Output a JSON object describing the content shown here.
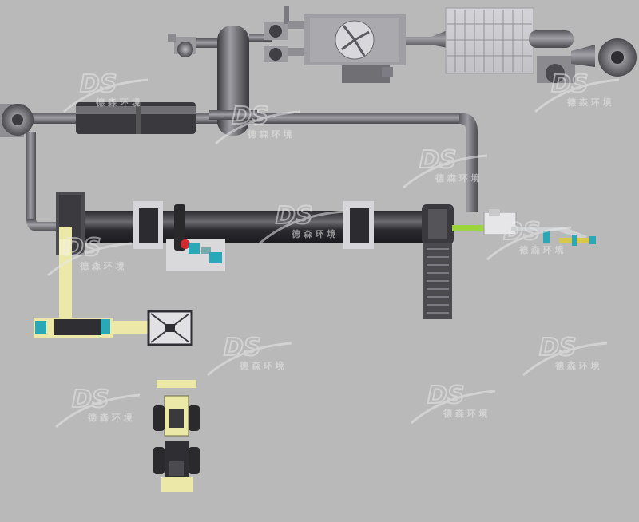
{
  "watermark": {
    "logo_text": "DS",
    "subtitle": "德 森 环 境"
  },
  "colors": {
    "background": "#b9b9b9",
    "kiln_body": "#2f2f33",
    "pipe": "#6c6c70",
    "conveyor_yellow": "#ece9a8",
    "feed_green": "#9bd43c",
    "motor_teal": "#2aa8b8",
    "accent_red": "#d22b2b",
    "watermark": "#e8e8ea"
  },
  "equipment": [
    {
      "id": "rotary-kiln",
      "icon": "rotary-kiln-icon"
    },
    {
      "id": "secondary-combustion-chamber",
      "icon": "chamber-icon"
    },
    {
      "id": "cyclone",
      "icon": "cyclone-icon"
    },
    {
      "id": "horizontal-cooler",
      "icon": "cooler-icon"
    },
    {
      "id": "cooling-tower",
      "icon": "fan-icon"
    },
    {
      "id": "bag-filter",
      "icon": "filter-icon"
    },
    {
      "id": "induced-draft-fan",
      "icon": "fan-icon"
    },
    {
      "id": "chain-conveyor",
      "icon": "conveyor-icon"
    },
    {
      "id": "feeding-system",
      "icon": "feeder-icon"
    },
    {
      "id": "ash-hopper",
      "icon": "hopper-icon"
    },
    {
      "id": "wheel-loader-1",
      "icon": "loader-icon"
    },
    {
      "id": "wheel-loader-2",
      "icon": "loader-icon"
    }
  ]
}
